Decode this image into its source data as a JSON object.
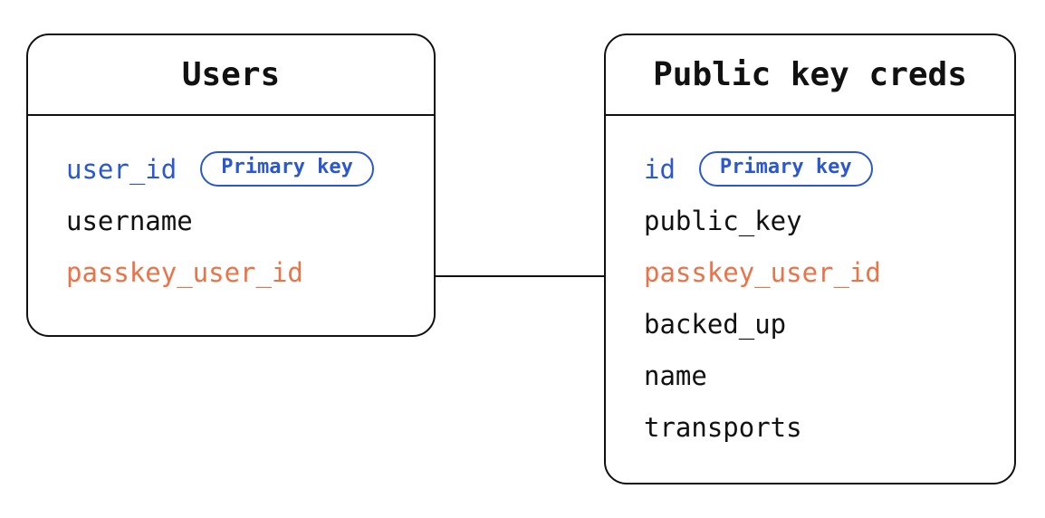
{
  "colors": {
    "blue": "#2b58d0",
    "orange": "#eb7347",
    "ink": "#111111",
    "bg": "#ffffff"
  },
  "tables": [
    {
      "title": "Users",
      "fields": [
        {
          "name": "user_id",
          "color": "blue",
          "badge": "Primary key"
        },
        {
          "name": "username",
          "color": "black"
        },
        {
          "name": "passkey_user_id",
          "color": "orange"
        }
      ]
    },
    {
      "title": "Public key creds",
      "fields": [
        {
          "name": "id",
          "color": "blue",
          "badge": "Primary key"
        },
        {
          "name": "public_key",
          "color": "black"
        },
        {
          "name": "passkey_user_id",
          "color": "orange"
        },
        {
          "name": "backed_up",
          "color": "black"
        },
        {
          "name": "name",
          "color": "black"
        },
        {
          "name": "transports",
          "color": "black"
        }
      ]
    }
  ],
  "relationship": {
    "from": "Users.passkey_user_id",
    "to": "Public key creds.passkey_user_id"
  }
}
